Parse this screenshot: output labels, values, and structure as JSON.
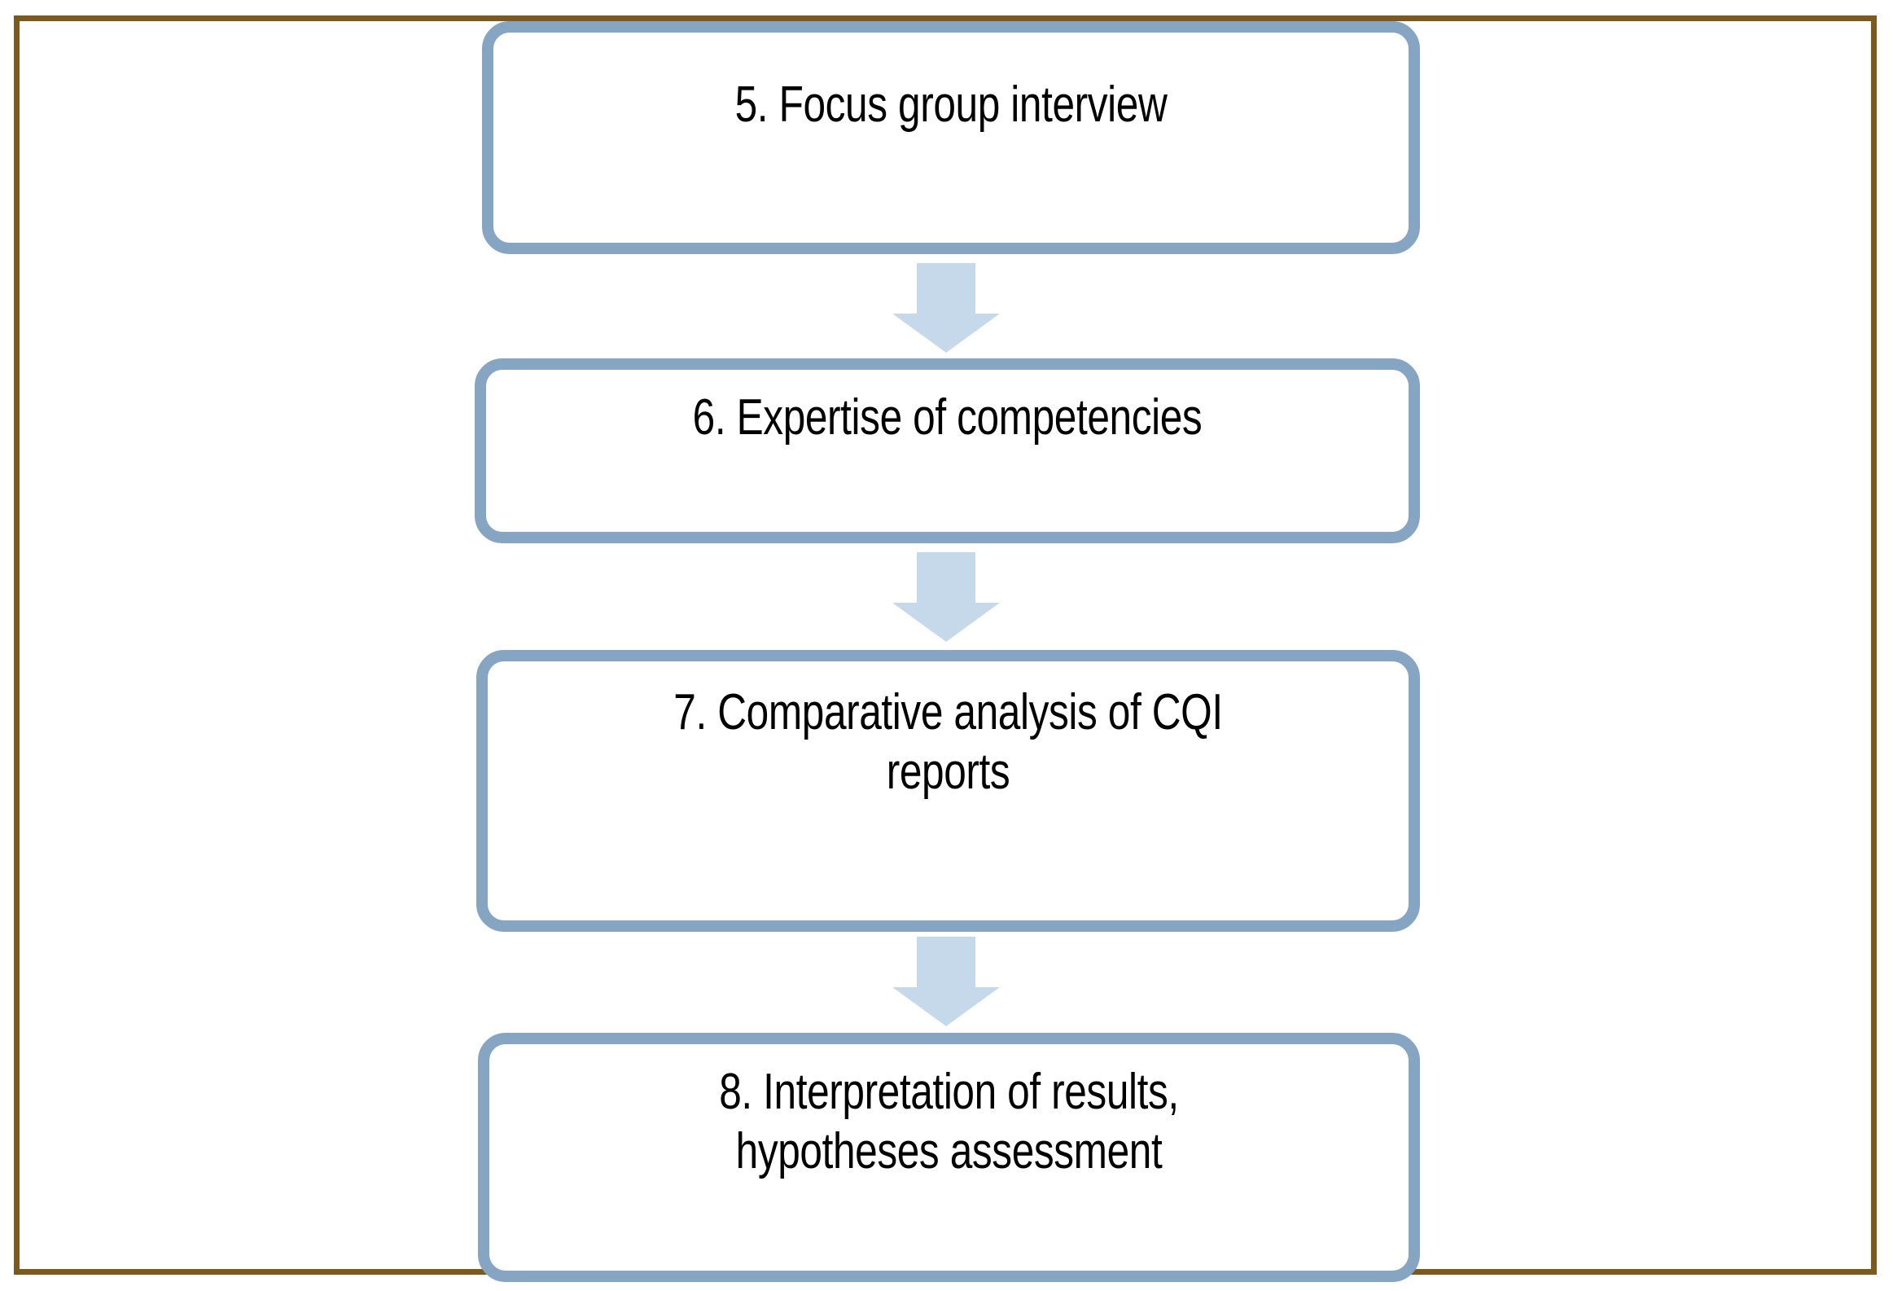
{
  "frame": {
    "color": "#7a5a1e",
    "name": "outer-page-border"
  },
  "diagram": {
    "title": "",
    "box_border_color": "#86a5c2",
    "box_fill_color": "#ffffff",
    "arrow_color": "#c6d9ea",
    "text_color": "#000000",
    "orientation": "vertical-top-to-bottom",
    "nodes": [
      {
        "step": "5",
        "label": "5. Focus group interview",
        "lines": 1
      },
      {
        "step": "6",
        "label": "6. Expertise of competencies",
        "lines": 1
      },
      {
        "step": "7",
        "label": "7. Comparative analysis of CQI\nreports",
        "lines": 2
      },
      {
        "step": "8",
        "label": "8. Interpretation of results,\nhypotheses assessment",
        "lines": 2
      }
    ],
    "connectors": [
      {
        "from": "5",
        "to": "6",
        "icon": "down-arrow-icon"
      },
      {
        "from": "6",
        "to": "7",
        "icon": "down-arrow-icon"
      },
      {
        "from": "7",
        "to": "8",
        "icon": "down-arrow-icon"
      }
    ]
  }
}
